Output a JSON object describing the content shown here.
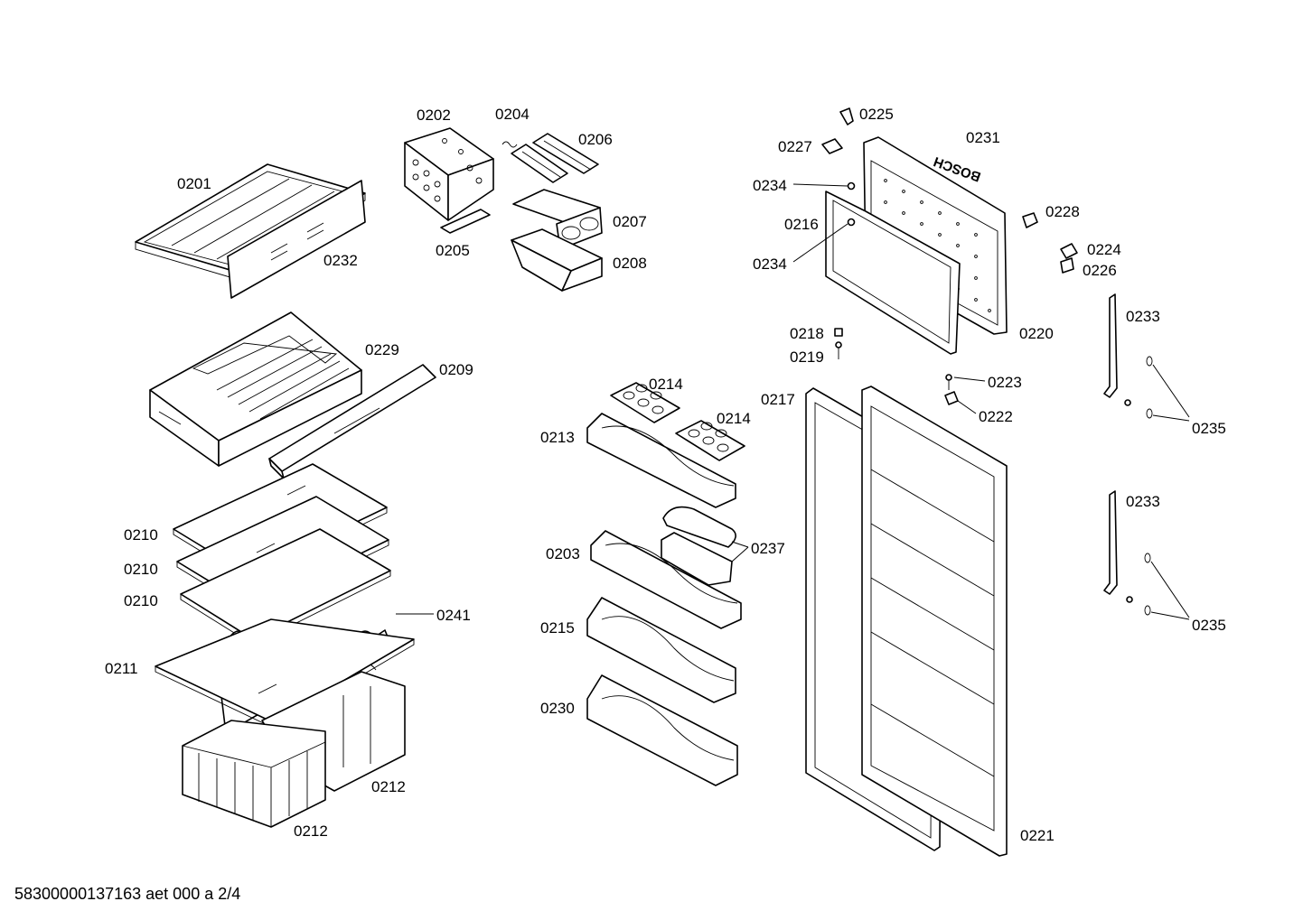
{
  "labels": {
    "p0201": "0201",
    "p0232": "0232",
    "p0202": "0202",
    "p0204": "0204",
    "p0206": "0206",
    "p0205": "0205",
    "p0207": "0207",
    "p0208": "0208",
    "p0229": "0229",
    "p0209": "0209",
    "p0210a": "0210",
    "p0210b": "0210",
    "p0210c": "0210",
    "p0241": "0241",
    "p0211": "0211",
    "p0212a": "0212",
    "p0212b": "0212",
    "p0214a": "0214",
    "p0214b": "0214",
    "p0213": "0213",
    "p0237": "0237",
    "p0203": "0203",
    "p0215": "0215",
    "p0230": "0230",
    "p0225": "0225",
    "p0227": "0227",
    "p0231": "0231",
    "p0228": "0228",
    "p0234a": "0234",
    "p0234b": "0234",
    "p0216": "0216",
    "p0224": "0224",
    "p0226": "0226",
    "p0220": "0220",
    "p0218": "0218",
    "p0219": "0219",
    "p0217": "0217",
    "p0223": "0223",
    "p0222": "0222",
    "p0221": "0221",
    "p0233a": "0233",
    "p0233b": "0233",
    "p0235a": "0235",
    "p0235b": "0235"
  },
  "brand_mark": "BOSCH",
  "footer": {
    "document_id": "58300000137163 aet 000 a 2/4"
  }
}
